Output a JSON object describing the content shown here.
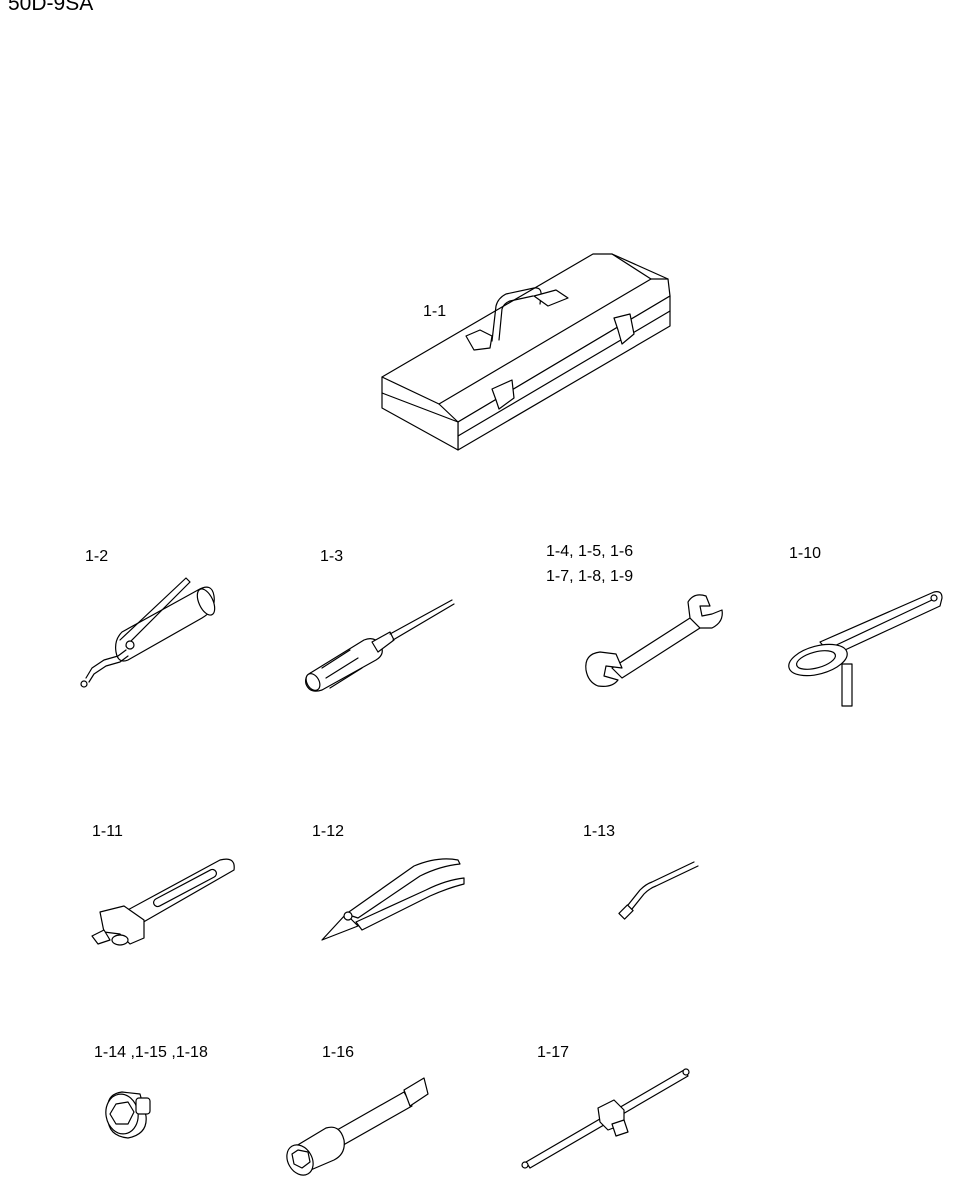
{
  "page": {
    "title": "50D-9SA"
  },
  "parts": [
    {
      "id": "toolbox",
      "label": "1-1",
      "icon": "toolbox-icon"
    },
    {
      "id": "grease-gun",
      "label": "1-2",
      "icon": "grease-gun-icon"
    },
    {
      "id": "screwdriver",
      "label": "1-3",
      "icon": "screwdriver-icon"
    },
    {
      "id": "spanner",
      "label_line1": "1-4, 1-5, 1-6",
      "label_line2": "1-7, 1-8, 1-9",
      "icon": "open-end-wrench-icon"
    },
    {
      "id": "filter-wrench",
      "label": "1-10",
      "icon": "filter-wrench-icon"
    },
    {
      "id": "adjustable-wrench",
      "label": "1-11",
      "icon": "adjustable-wrench-icon"
    },
    {
      "id": "pliers",
      "label": "1-12",
      "icon": "pliers-icon"
    },
    {
      "id": "rod",
      "label": "1-13",
      "icon": "rod-icon"
    },
    {
      "id": "socket",
      "label": "1-14 ,1-15 ,1-18",
      "icon": "socket-icon"
    },
    {
      "id": "extension-bar",
      "label": "1-16",
      "icon": "extension-bar-icon"
    },
    {
      "id": "sliding-t-handle",
      "label": "1-17",
      "icon": "t-handle-icon"
    }
  ]
}
